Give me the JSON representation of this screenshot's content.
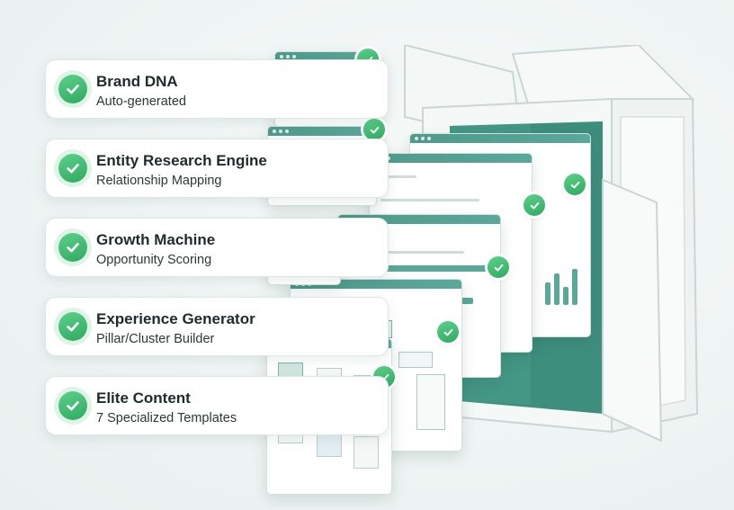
{
  "features": [
    {
      "title": "Brand DNA",
      "subtitle": "Auto-generated"
    },
    {
      "title": "Entity Research Engine",
      "subtitle": "Relationship Mapping"
    },
    {
      "title": "Growth Machine",
      "subtitle": "Opportunity Scoring"
    },
    {
      "title": "Experience Generator",
      "subtitle": "Pillar/Cluster Builder"
    },
    {
      "title": "Elite Content",
      "subtitle": "7 Specialized Templates"
    }
  ],
  "colors": {
    "accent": "#4e9a8b",
    "check": "#34b06a",
    "box_inner": "#3e8e7e"
  },
  "icons": [
    "check-icon"
  ]
}
